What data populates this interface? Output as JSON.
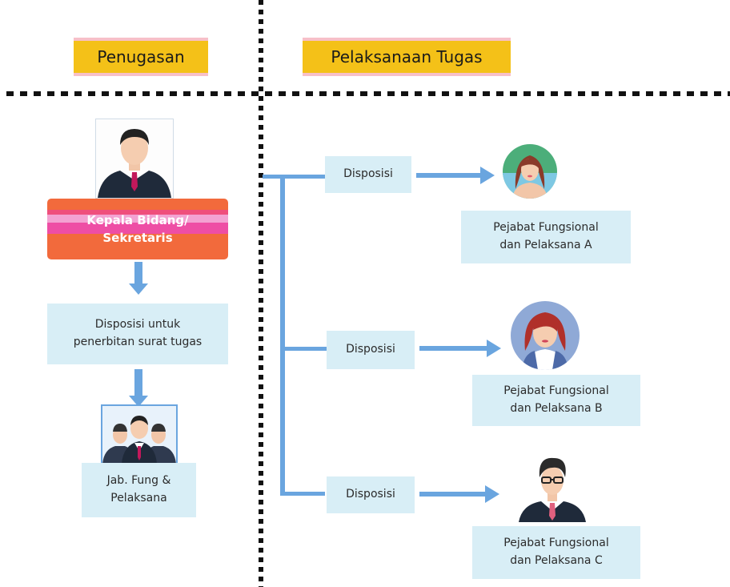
{
  "headers": {
    "left": "Penugasan",
    "right": "Pelaksanaan Tugas"
  },
  "left": {
    "role_line1": "Kepala Bidang/",
    "role_line2": "Sekretaris",
    "disposition_line1": "Disposisi untuk",
    "disposition_line2": "penerbitan surat tugas",
    "team_line1": "Jab. Fung &",
    "team_line2": "Pelaksana"
  },
  "right": {
    "branches": [
      {
        "disposition": "Disposisi",
        "line1": "Pejabat Fungsional",
        "line2": "dan Pelaksana A"
      },
      {
        "disposition": "Disposisi",
        "line1": "Pejabat Fungsional",
        "line2": "dan Pelaksana B"
      },
      {
        "disposition": "Disposisi",
        "line1": "Pejabat Fungsional",
        "line2": "dan Pelaksana C"
      }
    ]
  },
  "colors": {
    "arrow": "#6aa5df",
    "header_fill": "#f4c118",
    "box_fill": "#d8eef6",
    "role_fill": "#f26a3c"
  },
  "icons": [
    "manager-avatar-icon",
    "team-avatar-icon",
    "woman-avatar-icon",
    "woman-red-hair-avatar-icon",
    "man-glasses-avatar-icon"
  ]
}
